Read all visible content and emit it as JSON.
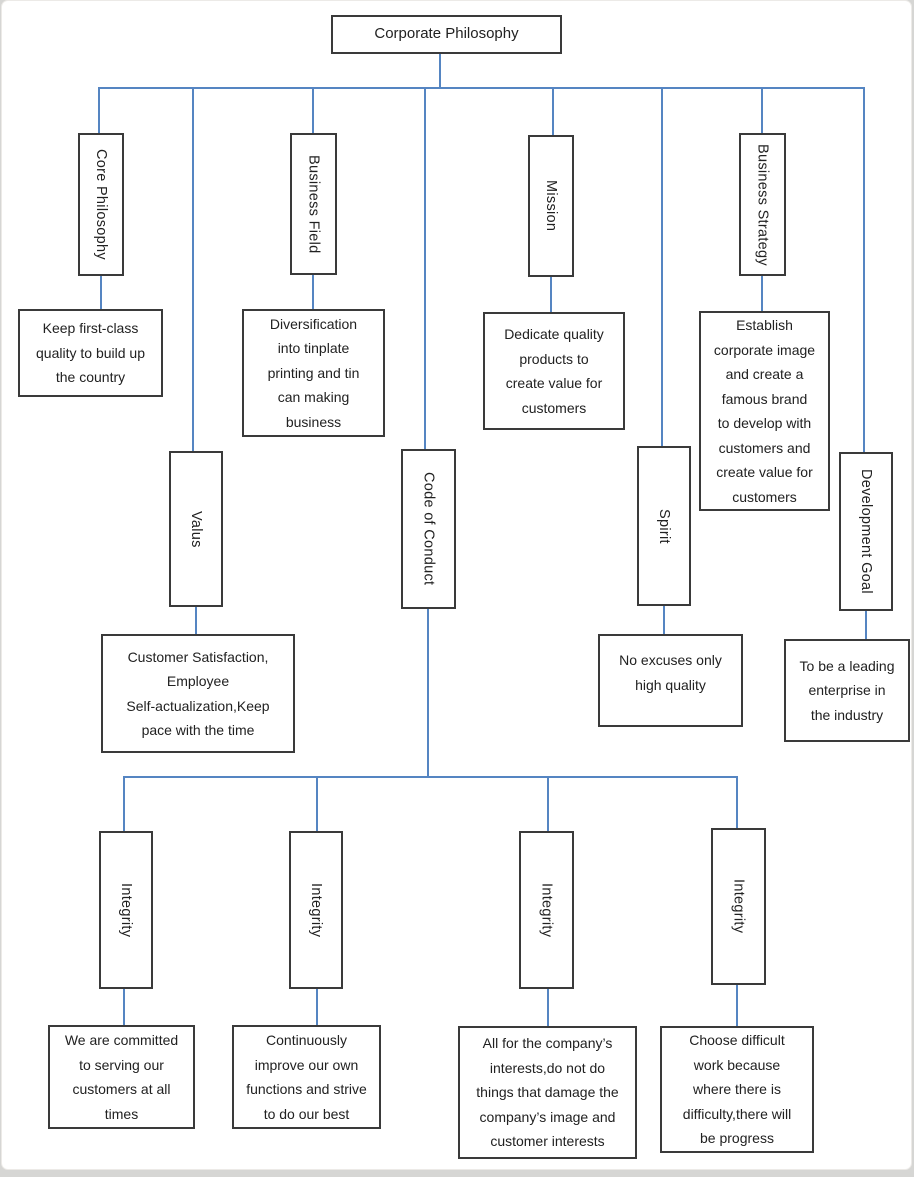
{
  "diagram": {
    "title": "Corporate Philosophy",
    "colors": {
      "connector": "#5585c2",
      "box_border": "#3a3a3a",
      "text": "#212121",
      "page_background": "#ffffff",
      "outer_background": "#d6d6d4"
    },
    "nodes": {
      "root": {
        "label": "Corporate Philosophy"
      },
      "core_philosophy": {
        "label": "Core Philosophy"
      },
      "business_field": {
        "label": "Business Field"
      },
      "mission": {
        "label": "Mission"
      },
      "business_strategy": {
        "label": "Business Strategy"
      },
      "keep_first_class": {
        "label": "Keep first-class\nquality to build up\nthe country"
      },
      "diversification": {
        "label": "Diversification\ninto tinplate\nprinting and tin\ncan making\nbusiness"
      },
      "dedicate_quality": {
        "label": "Dedicate quality\nproducts to\ncreate value for\ncustomers"
      },
      "establish_image": {
        "label": "Establish\ncorporate image\nand create a\nfamous brand\nto develop with\ncustomers and\ncreate value for\ncustomers"
      },
      "valus": {
        "label": "Valus"
      },
      "code_of_conduct": {
        "label": "Code of Conduct"
      },
      "spirit": {
        "label": "Spirit"
      },
      "development_goal": {
        "label": "Development Goal"
      },
      "customer_satisfaction": {
        "label": "Customer Satisfaction,\nEmployee\nSelf-actualization,Keep\npace with the time"
      },
      "no_excuses": {
        "label": "No excuses only\nhigh quality"
      },
      "leading_enterprise": {
        "label": "To be a leading\nenterprise in\nthe industry"
      },
      "integrity_1": {
        "label": "Integrity"
      },
      "integrity_2": {
        "label": "Integrity"
      },
      "integrity_3": {
        "label": "Integrity"
      },
      "integrity_4": {
        "label": "Integrity"
      },
      "committed_customers": {
        "label": "We are committed\nto serving our\ncustomers at all\ntimes"
      },
      "continuously_improve": {
        "label": "Continuously\nimprove our own\nfunctions and strive\nto do our best"
      },
      "all_for_company": {
        "label": "All for the company’s\ninterests,do not do\nthings that damage the\ncompany’s image and\ncustomer interests"
      },
      "choose_difficult": {
        "label": "Choose difficult\nwork because\nwhere there is\ndifficulty,there will\nbe progress"
      }
    }
  }
}
